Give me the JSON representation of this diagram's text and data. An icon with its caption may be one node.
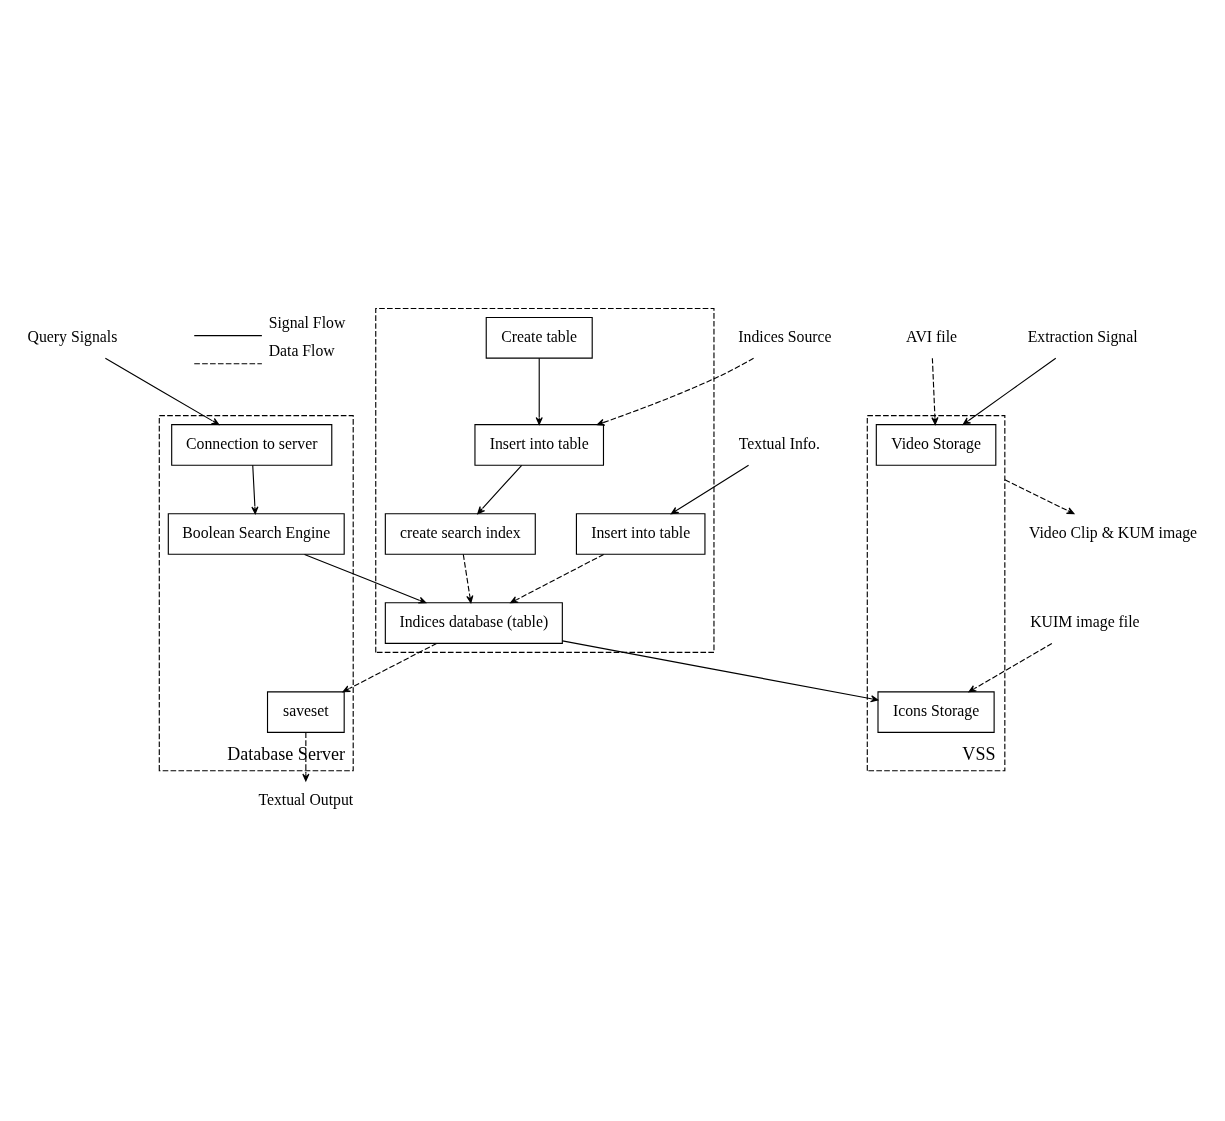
{
  "diagram": {
    "nodes": [
      {
        "text": [
          "VSS"
        ]
      },
      {
        "text": [
          "Video Storage"
        ],
        "in": 0
      },
      {
        "text": [
          "Icons Storage"
        ],
        "in": 0
      },
      {
        "text": [],
        "shape": "box"
      },
      {
        "text": [
          "Create table"
        ],
        "in": 3
      },
      {
        "text": [
          "Insert into table"
        ],
        "in": 3
      },
      {
        "text": [
          "create search index"
        ],
        "in": 3
      },
      {
        "text": [
          "Insert into table"
        ],
        "in": 3
      },
      {
        "text": [
          "Indices database (table)"
        ],
        "in": 3
      },
      {
        "text": [
          "Database Server"
        ]
      },
      {
        "text": [
          "saveset"
        ],
        "in": 9
      },
      {
        "text": [
          "Boolean Search Engine"
        ],
        "in": 9
      },
      {
        "text": [
          "Connection to server"
        ],
        "in": 9
      },
      {
        "text": [
          "AVI file"
        ]
      },
      {
        "text": [
          "KUIM image file"
        ]
      },
      {
        "text": [
          "Indices Source"
        ]
      },
      {
        "text": [
          "Textual Info."
        ]
      },
      {
        "text": [
          "Extraction Signal"
        ]
      },
      {
        "text": [
          "Video Clip & KUM image"
        ]
      },
      {
        "text": [
          "Textual Output"
        ]
      },
      {
        "text": [
          "Query Signals"
        ]
      }
    ],
    "edges": [
      {
        "from": 13,
        "to": 1,
        "arrow": "to",
        "style": "dashed"
      },
      {
        "from": 14,
        "to": 2,
        "arrow": "to",
        "style": "dashed"
      },
      {
        "from": 15,
        "to": 5,
        "arrow": "to",
        "style": "dashed"
      },
      {
        "from": 16,
        "to": 7,
        "arrow": "to"
      },
      {
        "from": 4,
        "to": 5,
        "arrow": "to"
      },
      {
        "from": 5,
        "to": 6,
        "arrow": "to"
      },
      {
        "from": 6,
        "to": 8,
        "arrow": "to",
        "style": "dashed"
      },
      {
        "from": 7,
        "to": 8,
        "arrow": "to",
        "style": "dashed"
      },
      {
        "from": 8,
        "to": 2,
        "arrow": "to"
      },
      {
        "from": 8,
        "to": 10,
        "arrow": "to",
        "style": "dashed"
      },
      {
        "from": 10,
        "to": 19,
        "arrow": "to",
        "style": "dashed"
      },
      {
        "from": 0,
        "to": 18,
        "arrow": "to",
        "style": "dashed"
      },
      {
        "from": 17,
        "to": 1,
        "arrow": "to"
      },
      {
        "from": 20,
        "to": 12,
        "arrow": "to"
      },
      {
        "from": 12,
        "to": 11,
        "arrow": "to"
      },
      {
        "from": 11,
        "to": 8,
        "arrow": "to"
      }
    ],
    "legend": [
      {
        "text": "Signal Flow"
      },
      {
        "text": "Data Flow"
      }
    ]
  }
}
